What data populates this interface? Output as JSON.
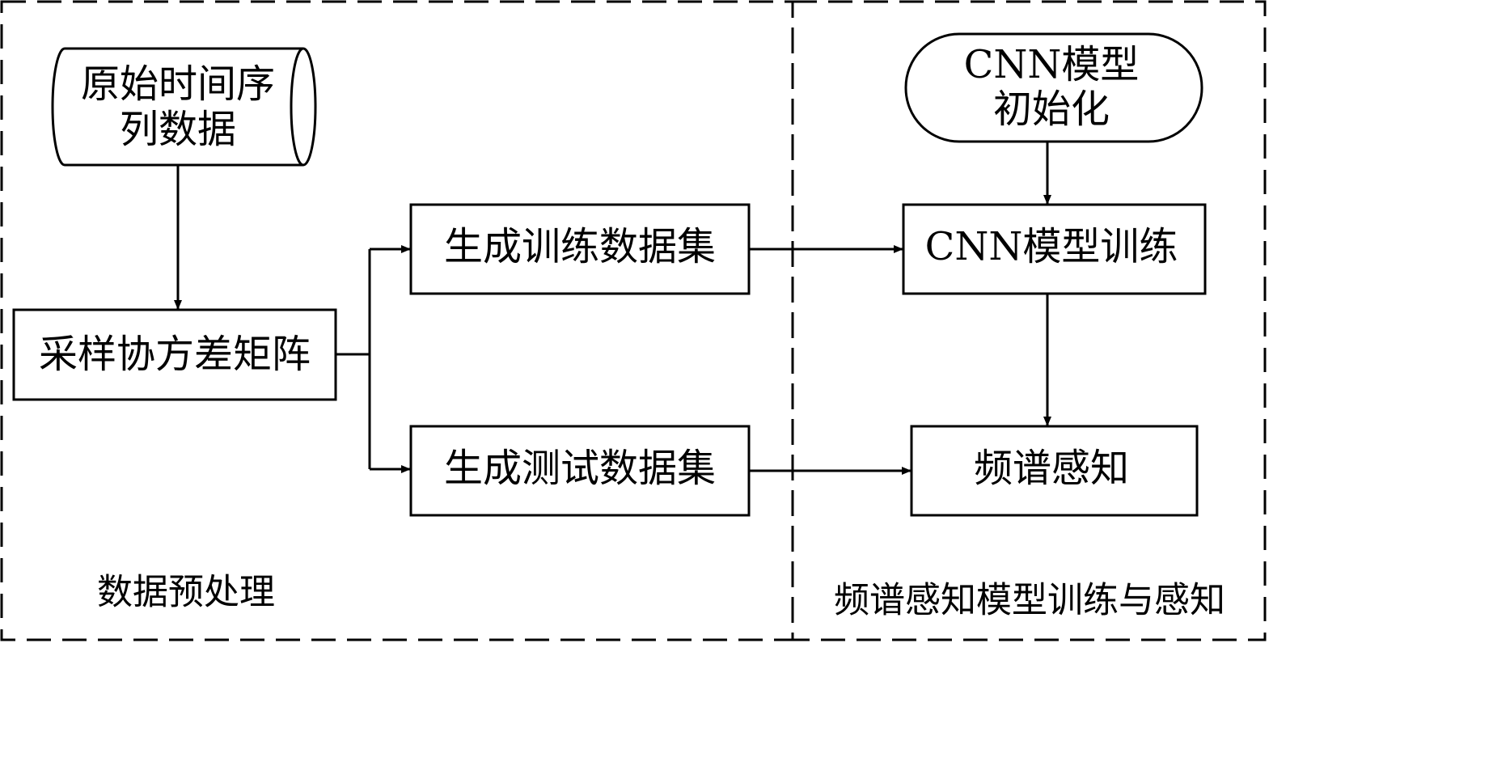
{
  "regions": {
    "preprocessing": "数据预处理",
    "training": "频谱感知模型训练与感知"
  },
  "nodes": {
    "raw_data": [
      "原始时间序",
      "列数据"
    ],
    "covariance": "采样协方差矩阵",
    "train_set": "生成训练数据集",
    "test_set": "生成测试数据集",
    "cnn_init": [
      "CNN模型",
      "初始化"
    ],
    "cnn_train": "CNN模型训练",
    "sensing": "频谱感知"
  }
}
